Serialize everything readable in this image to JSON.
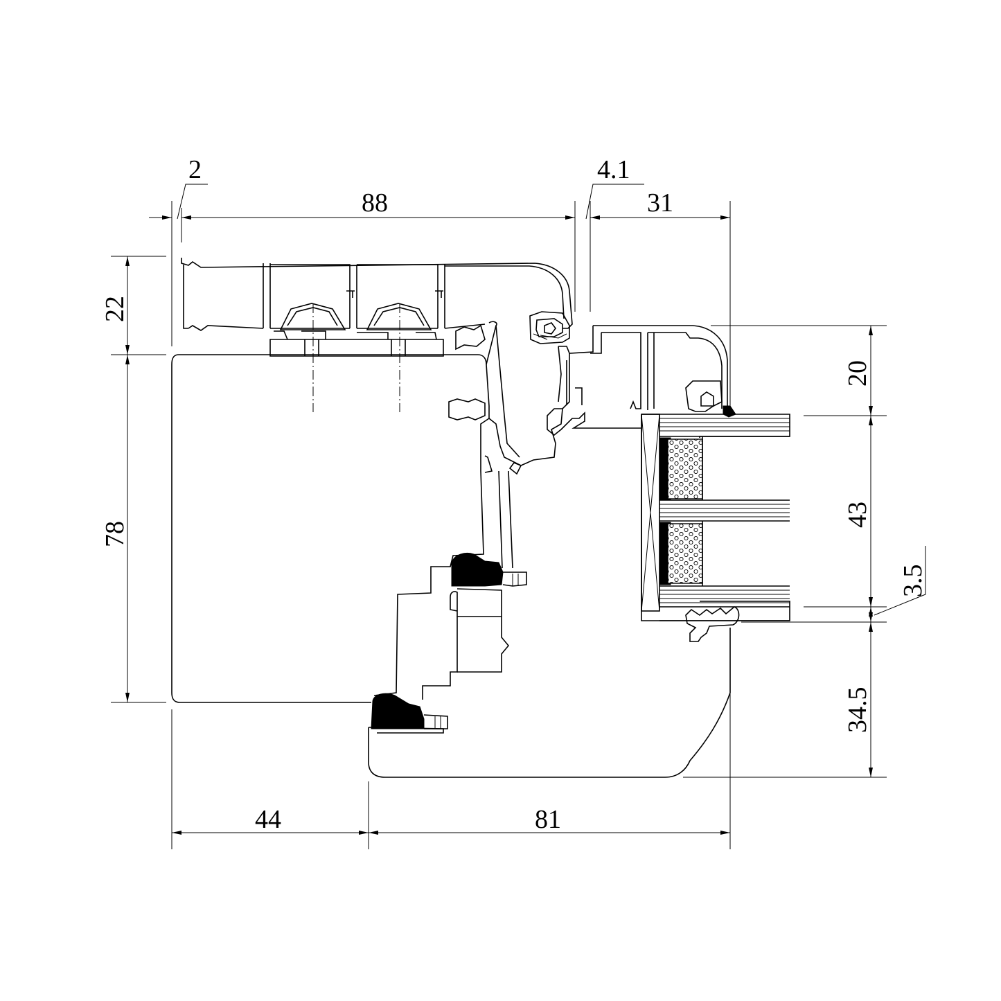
{
  "dimensions": {
    "d_2": "2",
    "d_88": "88",
    "d_4_1": "4.1",
    "d_31": "31",
    "d_22": "22",
    "d_78": "78",
    "d_20": "20",
    "d_43": "43",
    "d_3_5": "3.5",
    "d_34_5": "34.5",
    "d_44": "44",
    "d_81": "81"
  },
  "colors": {
    "line": "#000000",
    "background": "#ffffff"
  }
}
